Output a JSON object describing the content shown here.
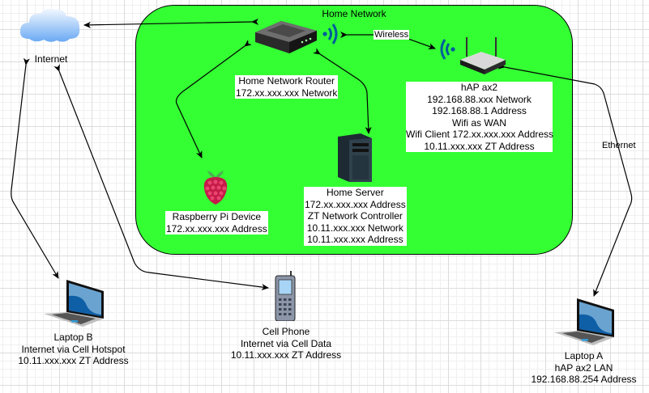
{
  "diagram": {
    "zone": {
      "title": "Home Network",
      "fill": "#33ff33"
    },
    "nodes": {
      "internet": {
        "icon": "cloud-icon",
        "lines": [
          "Internet"
        ]
      },
      "router": {
        "icon": "router-icon",
        "lines": [
          "Home Network Router",
          "172.xx.xxx.xxx Network"
        ]
      },
      "hap": {
        "icon": "wireless-router-icon",
        "lines": [
          "hAP ax2",
          "192.168.88.xxx Network",
          "192.168.88.1 Address",
          "Wifi as WAN",
          "Wifi Client 172.xx.xxx.xxx Address",
          "10.11.xxx.xxx ZT Address"
        ]
      },
      "raspberry": {
        "icon": "raspberry-pi-icon",
        "lines": [
          "Raspberry Pi Device",
          "172.xx.xxx.xxx Address"
        ]
      },
      "server": {
        "icon": "server-tower-icon",
        "lines": [
          "Home Server",
          "172.xx.xxx.xxx Address",
          "ZT Network Controller",
          "10.11.xxx.xxx Network",
          "10.11.xxx.xxx Address"
        ]
      },
      "laptop_b": {
        "icon": "laptop-icon",
        "lines": [
          "Laptop B",
          "Internet via Cell Hotspot",
          "10.11.xxx.xxx ZT Address"
        ]
      },
      "cell_phone": {
        "icon": "cell-phone-icon",
        "lines": [
          "Cell Phone",
          "Internet via Cell Data",
          "10.11.xxx.xxx ZT Address"
        ]
      },
      "laptop_a": {
        "icon": "laptop-icon",
        "lines": [
          "Laptop A",
          "hAP ax2 LAN",
          "192.168.88.254 Address"
        ]
      }
    },
    "edges": [
      {
        "from": "router",
        "to": "internet",
        "label": ""
      },
      {
        "from": "router",
        "to": "hap",
        "label": "Wireless"
      },
      {
        "from": "router",
        "to": "raspberry",
        "label": ""
      },
      {
        "from": "router",
        "to": "server",
        "label": ""
      },
      {
        "from": "hap",
        "to": "laptop_a",
        "label": "Ethernet"
      },
      {
        "from": "internet",
        "to": "laptop_b",
        "label": ""
      },
      {
        "from": "internet",
        "to": "cell_phone",
        "label": ""
      }
    ]
  }
}
